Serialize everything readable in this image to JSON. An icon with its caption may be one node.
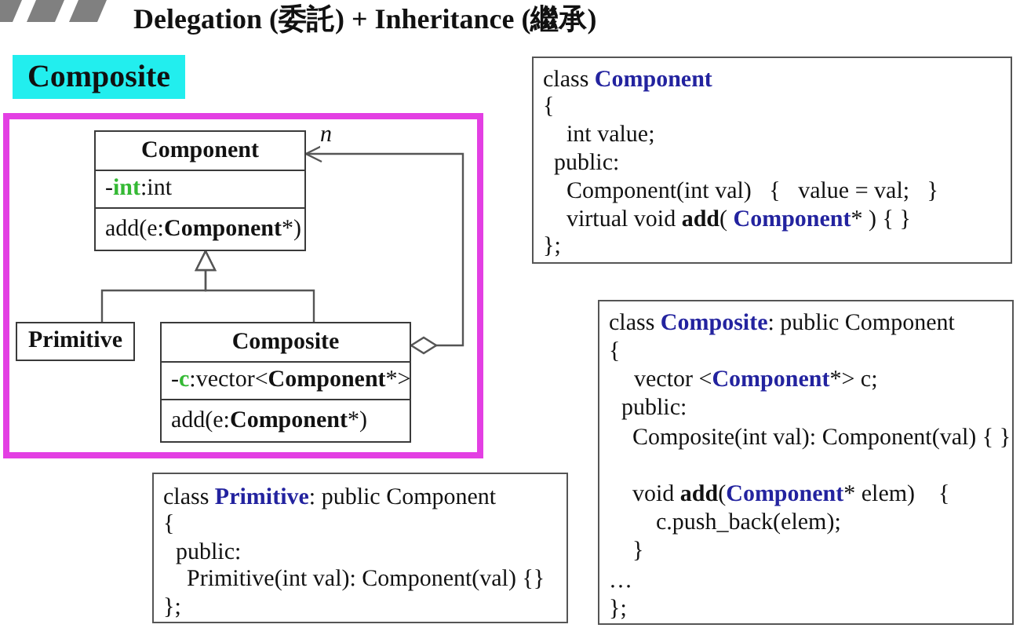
{
  "diagram": {
    "title": "Delegation (委託) + Inheritance (繼承)",
    "nodes": [
      {
        "text": [
          "Composite"
        ]
      },
      {
        "text": [],
        "shape": "box"
      },
      {
        "text": [
          "Component",
          "-**int**:int",
          "add(e:**Component***)"
        ],
        "in": 1
      },
      {
        "text": [
          "Primitive"
        ],
        "in": 1
      },
      {
        "text": [
          "Composite",
          "-**c**:vector<**Component***>",
          "add(e:**Component***)"
        ],
        "in": 1
      },
      {
        "text": [
          "class **Component**",
          "{",
          "int value;",
          "public:",
          "Component(int val)   {   value = val;   }",
          "virtual void **add**( **Component*** ) { }",
          "};"
        ]
      },
      {
        "text": [
          "class **Composite**: public Component",
          "{",
          "vector <**Component***> c;",
          "public:",
          "Composite(int val): Component(val) { }",
          "void **add**(**Component*** elem)    {",
          "c.push_back(elem);",
          "}",
          "…",
          "};"
        ]
      },
      {
        "text": [
          "class **Primitive**: public Component",
          "{",
          "public:",
          "Primitive(int val): Component(val) {}",
          "};"
        ]
      }
    ],
    "edges": [
      {
        "from": 3,
        "to": 2,
        "arrow": "to"
      },
      {
        "from": 4,
        "to": 2,
        "arrow": "to"
      },
      {
        "from": 4,
        "to": 2,
        "arrow": "to",
        "label": "n"
      }
    ]
  }
}
